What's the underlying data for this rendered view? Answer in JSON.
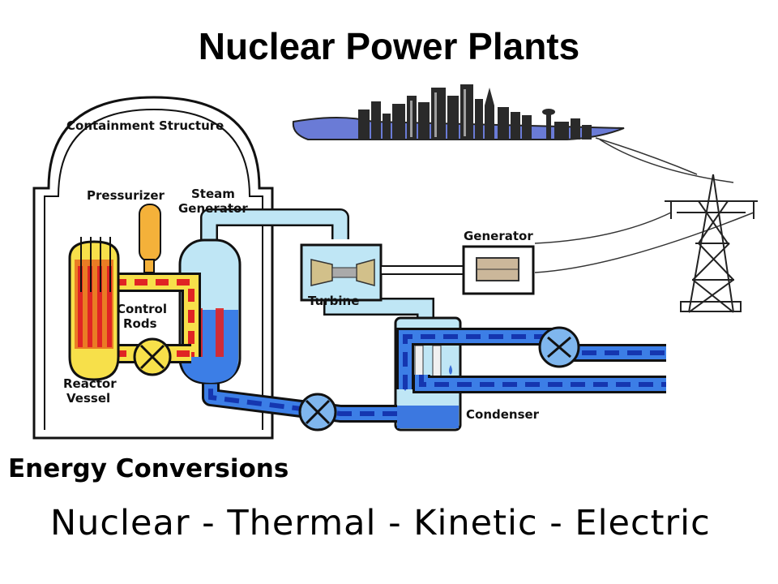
{
  "title": "Nuclear Power Plants",
  "labels": {
    "containment": "Containment Structure",
    "pressurizer": "Pressurizer",
    "steam_generator_1": "Steam",
    "steam_generator_2": "Generator",
    "control_rods_1": "Control",
    "control_rods_2": "Rods",
    "reactor_vessel_1": "Reactor",
    "reactor_vessel_2": "Vessel",
    "turbine": "Turbine",
    "generator": "Generator",
    "condenser": "Condenser"
  },
  "subtitle": "Energy Conversions",
  "conversion_chain": "Nuclear - Thermal - Kinetic - Electric"
}
